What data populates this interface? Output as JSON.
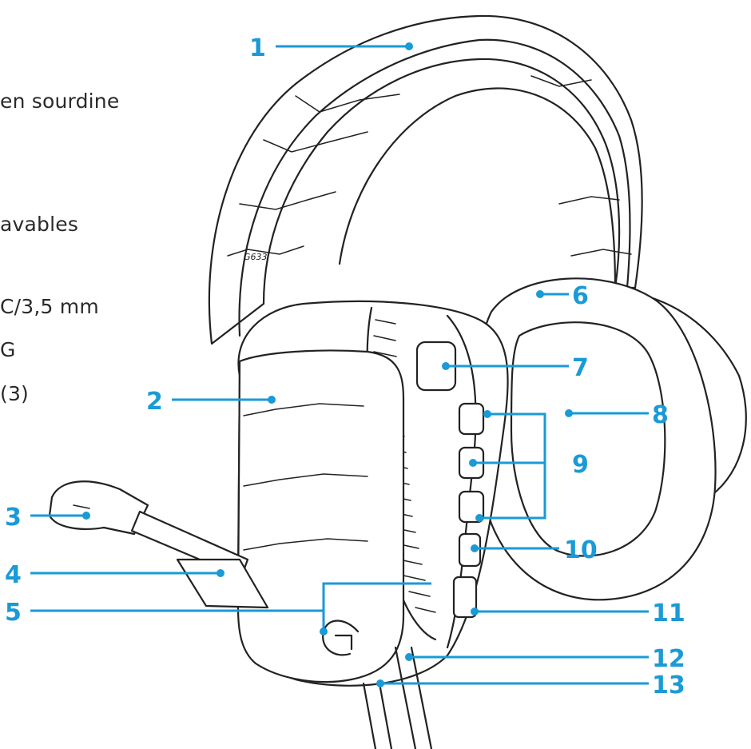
{
  "side_text": [
    {
      "id": "t1",
      "text": "en sourdine"
    },
    {
      "id": "t2",
      "text": "avables"
    },
    {
      "id": "t3",
      "text": "C/3,5 mm"
    },
    {
      "id": "t4",
      "text": "G"
    },
    {
      "id": "t5",
      "text": "(3)"
    }
  ],
  "headset_model_text": "G633",
  "callouts": [
    {
      "number": "1"
    },
    {
      "number": "2"
    },
    {
      "number": "3"
    },
    {
      "number": "4"
    },
    {
      "number": "5"
    },
    {
      "number": "6"
    },
    {
      "number": "7"
    },
    {
      "number": "8"
    },
    {
      "number": "9"
    },
    {
      "number": "10"
    },
    {
      "number": "11"
    },
    {
      "number": "12"
    },
    {
      "number": "13"
    }
  ],
  "colors": {
    "callout": "#1a9ad6",
    "ink": "#222222",
    "background": "#ffffff"
  }
}
